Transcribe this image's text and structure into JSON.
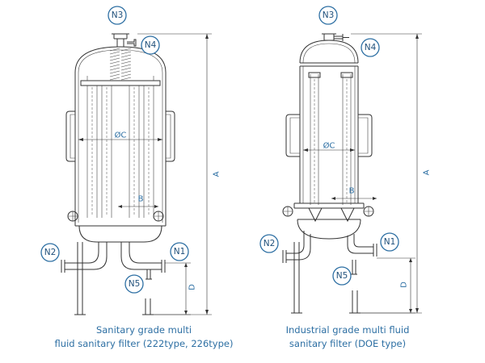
{
  "filters": [
    {
      "id": "left",
      "caption": [
        "Sanitary grade multi",
        "fluid sanitary filter (222type, 226type)"
      ],
      "nozzles": {
        "n1": "N1",
        "n2": "N2",
        "n3": "N3",
        "n4": "N4",
        "n5": "N5"
      },
      "dims": {
        "diameter": "ØC",
        "b": "B",
        "a": "A",
        "d": "D"
      }
    },
    {
      "id": "right",
      "caption": [
        "Industrial grade multi fluid",
        "sanitary filter (DOE type)"
      ],
      "nozzles": {
        "n1": "N1",
        "n2": "N2",
        "n3": "N3",
        "n4": "N4",
        "n5": "N5"
      },
      "dims": {
        "diameter": "ØC",
        "b": "B",
        "a": "A",
        "d": "D"
      }
    }
  ],
  "colors": {
    "label": "#2d6fa3",
    "line": "#333333"
  }
}
